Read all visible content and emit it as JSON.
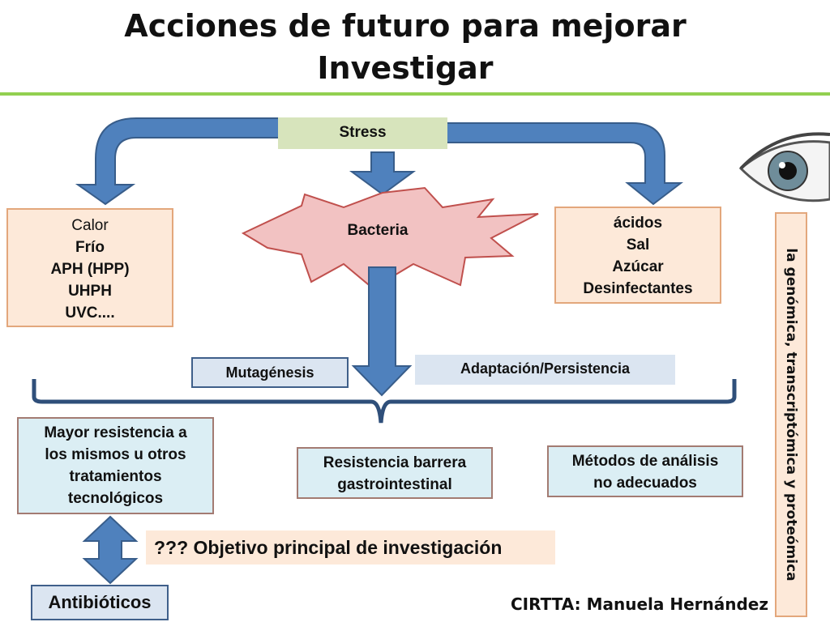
{
  "title": {
    "line1": "Acciones de futuro para mejorar",
    "line2": "Investigar"
  },
  "diagram": {
    "stress": "Stress",
    "bacteria": "Bacteria",
    "left_box": {
      "line1": "Calor",
      "line2": "Frío",
      "line3": "APH (HPP)",
      "line4": "UHPH",
      "line5": "UVC...."
    },
    "right_box": {
      "line1": "ácidos",
      "line2": "Sal",
      "line3": "Azúcar",
      "line4": "Desinfectantes"
    },
    "mutagenesis": "Mutagénesis",
    "adaptacion": "Adaptación/Persistencia",
    "mayor_resistencia": {
      "line1": "Mayor resistencia a",
      "line2": "los mismos u otros",
      "line3": "tratamientos",
      "line4": "tecnológicos"
    },
    "resistencia_barrera": {
      "line1": "Resistencia barrera",
      "line2": "gastrointestinal"
    },
    "metodos": {
      "line1": "Métodos de análisis",
      "line2": "no adecuados"
    },
    "objetivo": "??? Objetivo principal de investigación",
    "antibioticos": "Antibióticos",
    "side_label": "la  genómica, transcriptómica  y  proteómica"
  },
  "credit": "CIRTTA: Manuela Hernández",
  "colors": {
    "arrow_fill": "#4f81bd",
    "arrow_stroke": "#385d8a",
    "starburst_fill": "#f2c2c2",
    "starburst_stroke": "#c0504d",
    "title_rule": "#92d050"
  }
}
